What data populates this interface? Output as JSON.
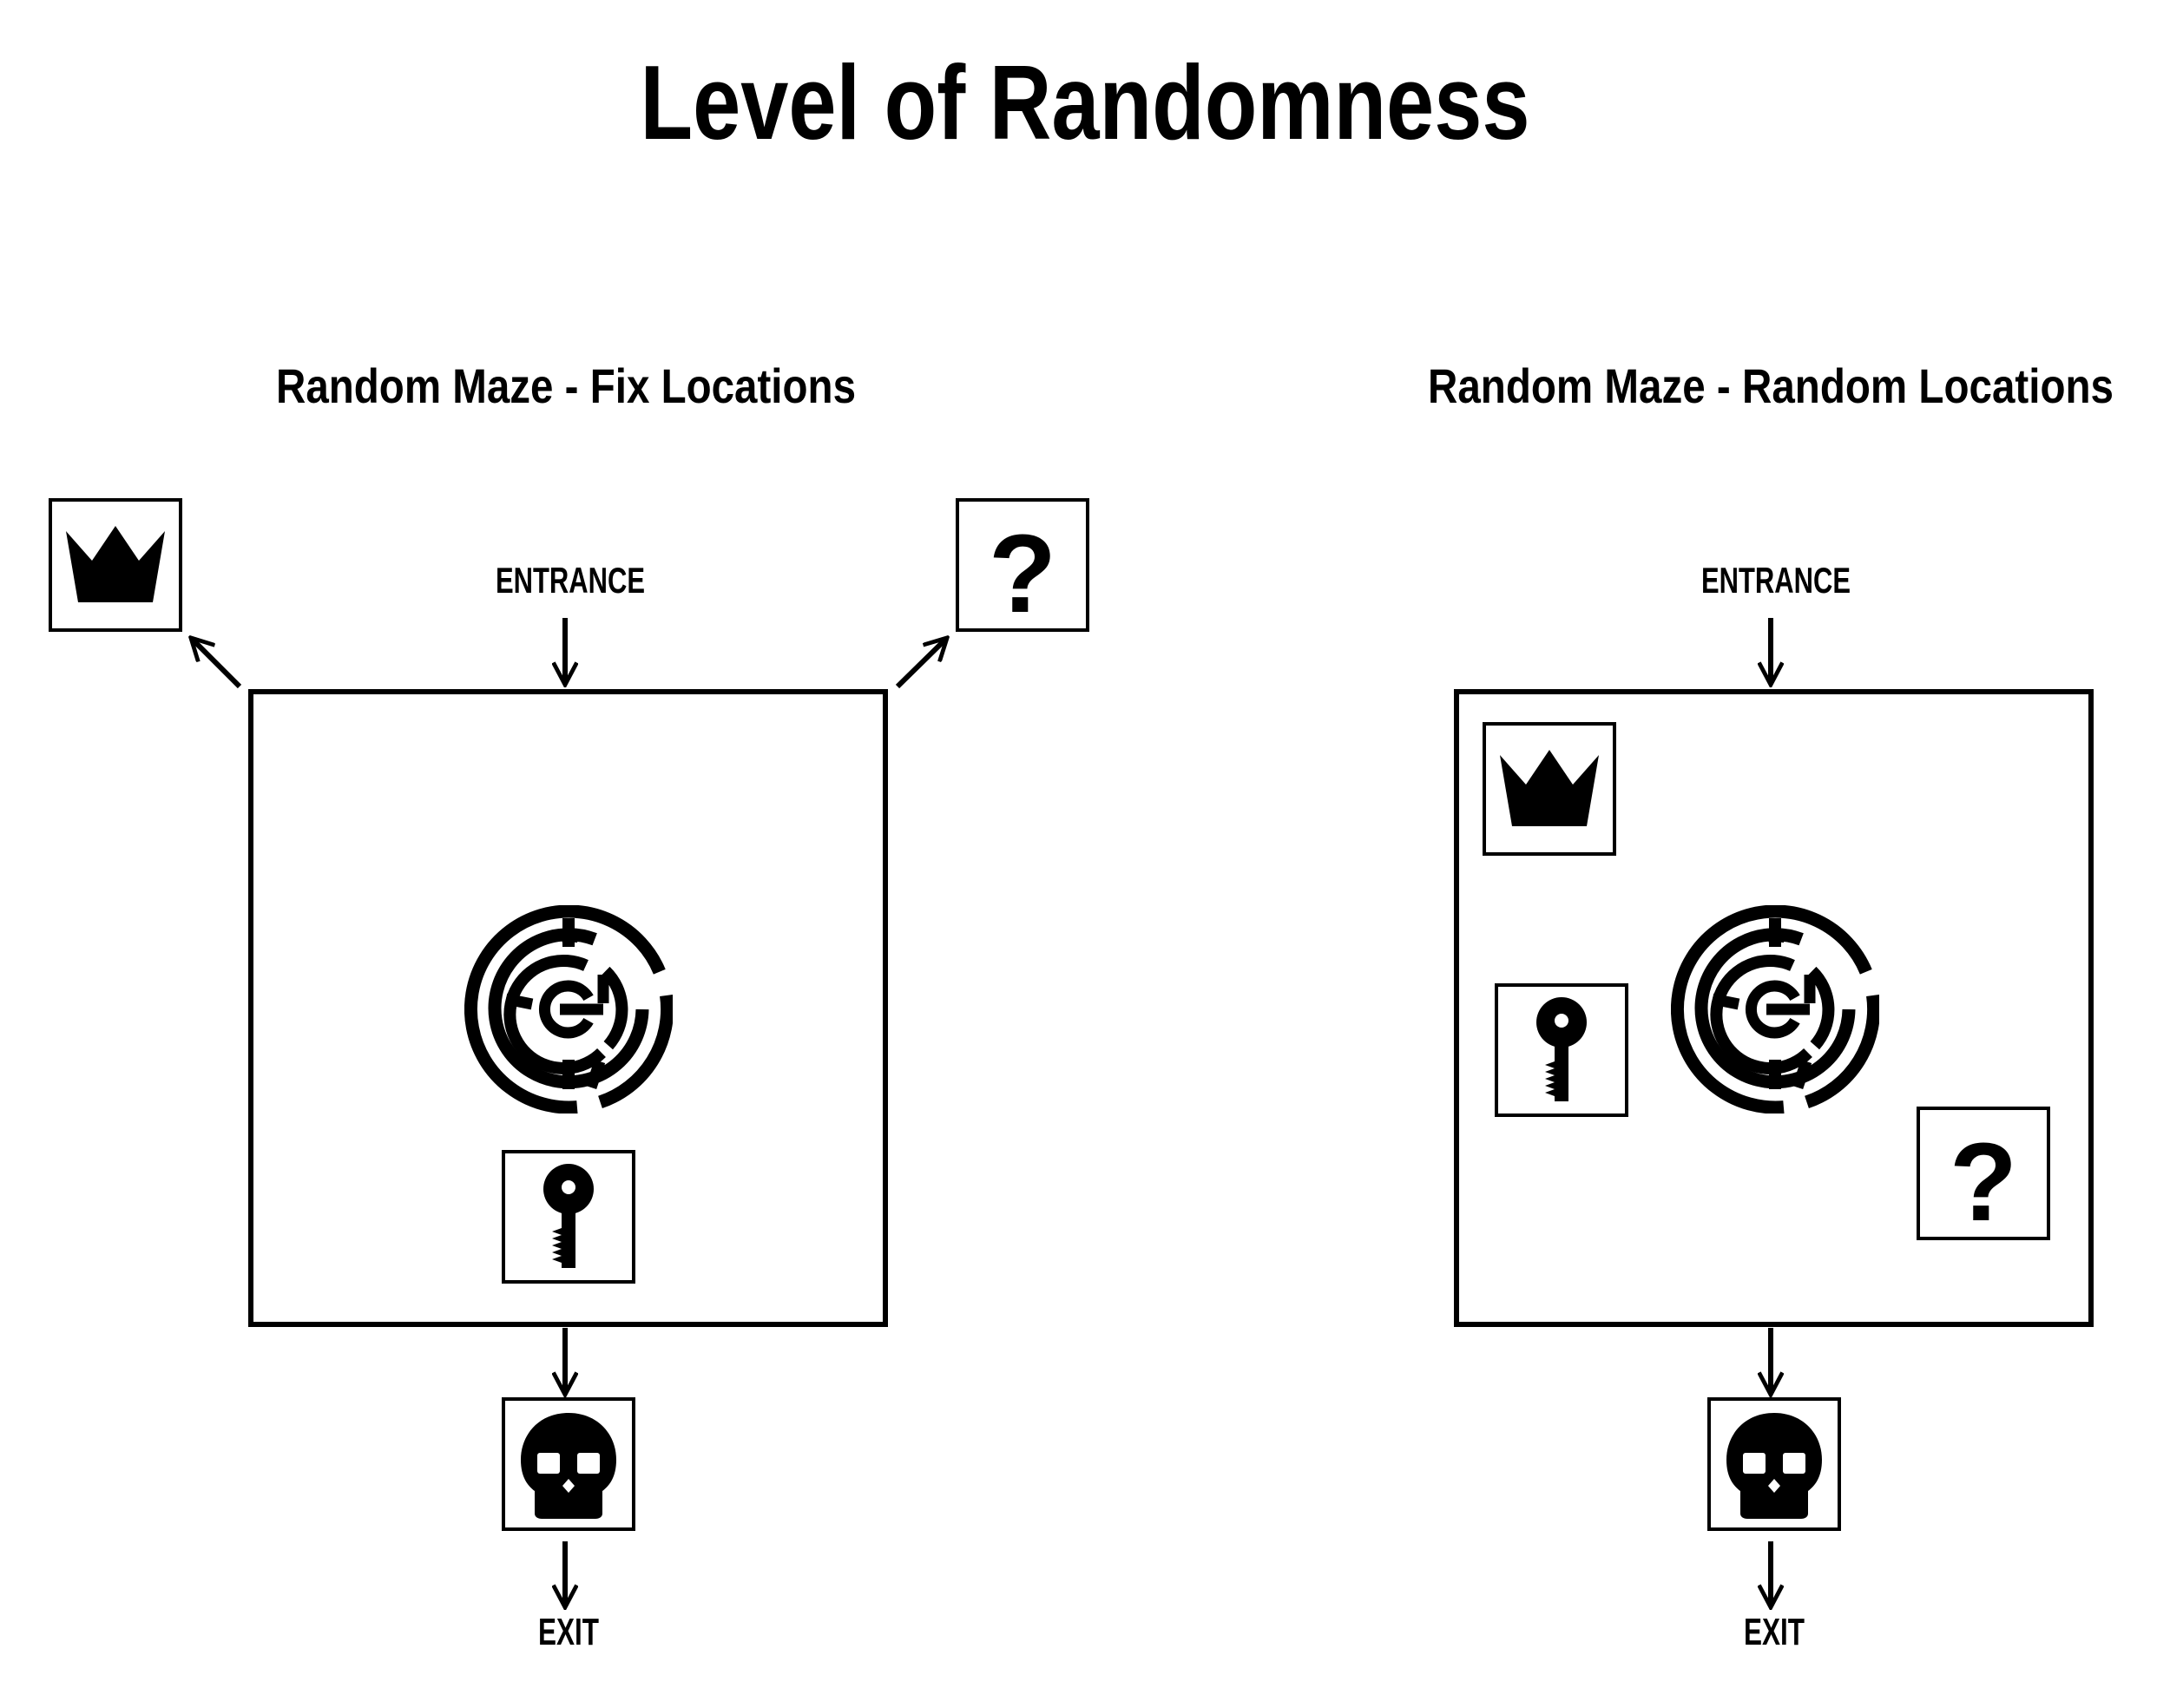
{
  "title": "Level of Randomness",
  "panels": [
    {
      "heading": "Random Maze - Fix Locations",
      "entrance_label": "ENTRANCE",
      "exit_label": "EXIT"
    },
    {
      "heading": "Random Maze - Random Locations",
      "entrance_label": "ENTRANCE",
      "exit_label": "EXIT"
    }
  ],
  "icons": {
    "crown": "crown-icon",
    "question": "question-mark-icon",
    "maze": "maze-icon",
    "key": "key-icon",
    "skull": "skull-icon",
    "question_glyph": "?"
  },
  "colors": {
    "ink": "#000000",
    "background": "#ffffff"
  }
}
